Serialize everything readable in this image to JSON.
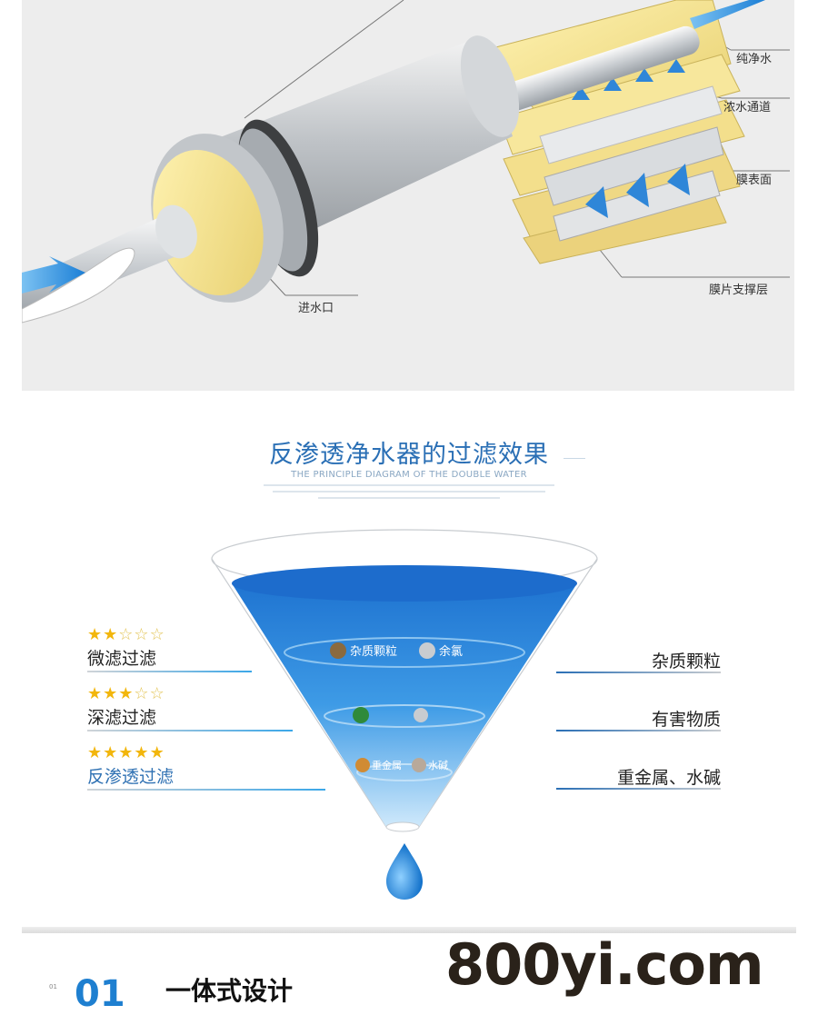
{
  "diagram": {
    "labels": {
      "pure_water": "纯净水",
      "concentrate_channel": "浓水通道",
      "membrane_surface": "膜表面",
      "membrane_support": "膜片支撑层",
      "water_inlet": "进水口"
    }
  },
  "header": {
    "title": "反渗透净水器的过滤效果",
    "subtitle": "THE PRINCIPLE DIAGRAM OF THE DOUBLE WATER"
  },
  "filtration_levels": [
    {
      "label": "微滤过滤",
      "stars": 2,
      "max_stars": 5
    },
    {
      "label": "深滤过滤",
      "stars": 3,
      "max_stars": 5
    },
    {
      "label": "反渗透过滤",
      "stars": 5,
      "max_stars": 5
    }
  ],
  "removed_items": [
    "杂质颗粒",
    "有害物质",
    "重金属、水碱"
  ],
  "funnel": {
    "layer1": {
      "a": "杂质颗粒",
      "b": "余氯"
    },
    "layer3": {
      "a": "重金属",
      "b": "水碱"
    }
  },
  "footer": {
    "brand": "800yi.com",
    "page_no": "01",
    "section_number": "01",
    "section_title": "一体式设计"
  },
  "colors": {
    "accent_blue": "#2a6fb5",
    "star_gold": "#f2b60c",
    "water_blue": "#1f7ad6"
  }
}
